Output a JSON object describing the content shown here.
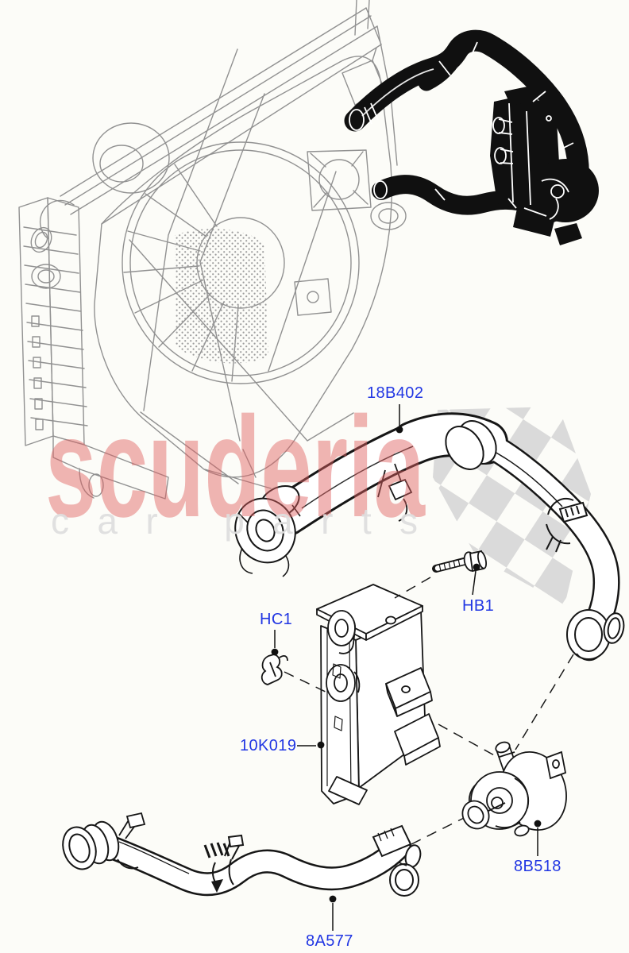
{
  "watermark": {
    "brand": "scuderia",
    "subtitle": "car parts",
    "brand_color": "#e06060",
    "subtitle_color": "#dfdfdf",
    "flag_color": "#d2d2d2"
  },
  "diagram": {
    "label_color": "#2136e3",
    "line_color": "#161616",
    "sketch_color": "#919191",
    "labels": {
      "hose_upper": "18B402",
      "bolt": "HB1",
      "clip": "HC1",
      "bracket": "10K019",
      "pump": "8B518",
      "hose_lower": "8A577"
    }
  }
}
